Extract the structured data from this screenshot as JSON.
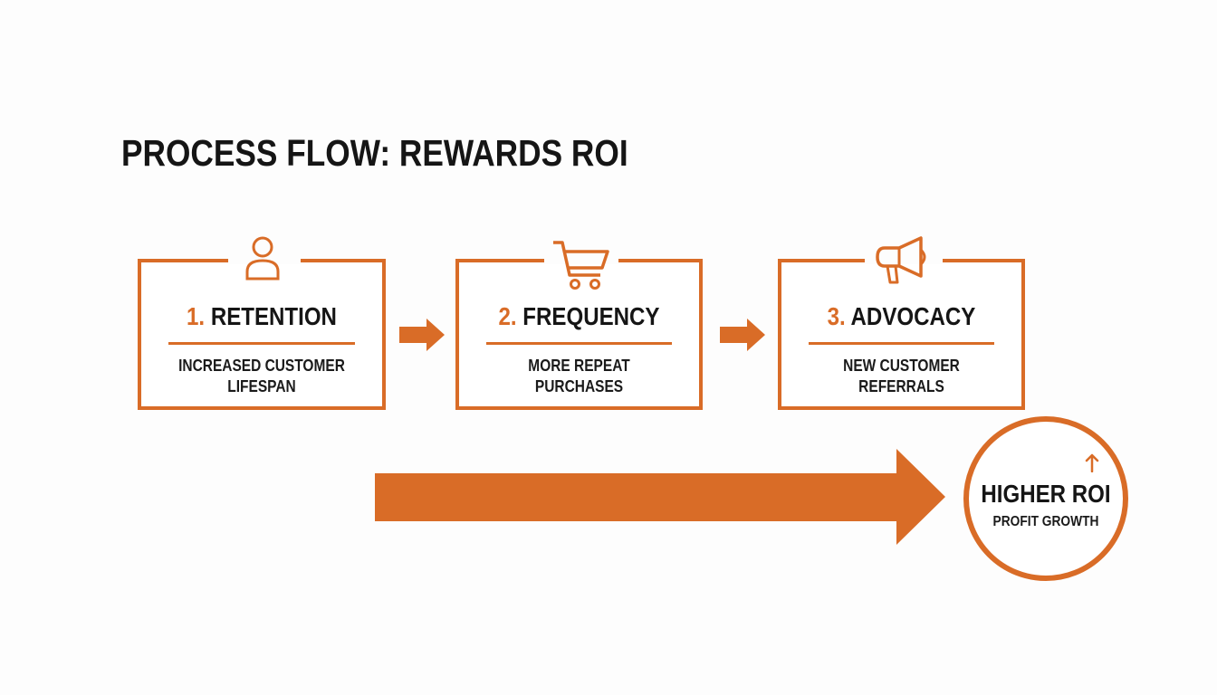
{
  "title": "PROCESS FLOW: REWARDS ROI",
  "accent_color": "#d96c27",
  "steps": [
    {
      "number": "1.",
      "label": "RETENTION",
      "desc_line1": "INCREASED CUSTOMER",
      "desc_line2": "LIFESPAN",
      "icon": "user-icon"
    },
    {
      "number": "2.",
      "label": "FREQUENCY",
      "desc_line1": "MORE REPEAT",
      "desc_line2": "PURCHASES",
      "icon": "shopping-cart-icon"
    },
    {
      "number": "3.",
      "label": "ADVOCACY",
      "desc_line1": "NEW CUSTOMER",
      "desc_line2": "REFERRALS",
      "icon": "megaphone-icon"
    }
  ],
  "outcome": {
    "title": "HIGHER ROI",
    "subtitle": "PROFIT GROWTH",
    "icon": "arrow-up-icon"
  }
}
